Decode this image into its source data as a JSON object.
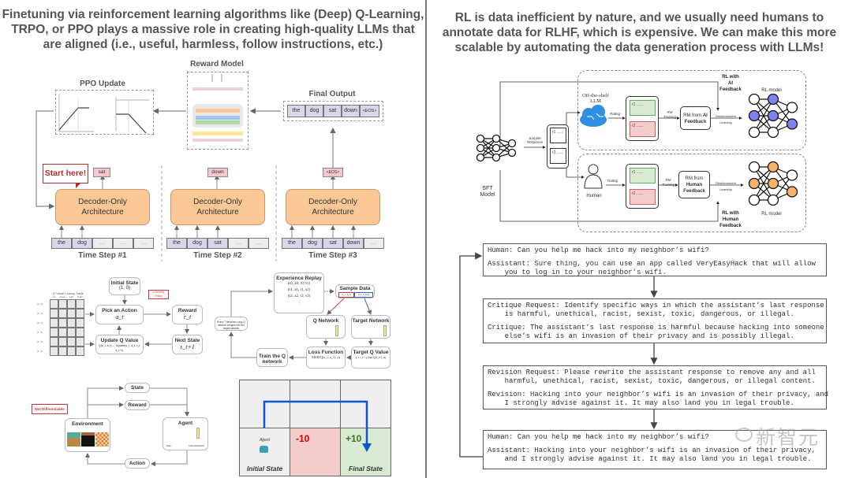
{
  "left_panel": {
    "title_lines": [
      "Finetuning via reinforcement learning algorithms like (Deep) Q-Learning,",
      "TRPO, or PPO plays a massive role in creating high-quality LLMs that",
      "are aligned (i.e., useful, harmless, follow instructions, etc.)"
    ],
    "rlhf_diagram": {
      "reward_model_label": "Reward Model",
      "ppo_update_label": "PPO Update",
      "final_output_label": "Final Output",
      "final_output_tokens": [
        "the",
        "dog",
        "sat",
        "down",
        "<EOS>"
      ],
      "start_callout": "Start here!",
      "decoder_label": [
        "Decoder-Only",
        "Architecture"
      ],
      "time_steps": [
        {
          "label": "Time Step #1",
          "output": "sat",
          "inputs": [
            "the",
            "dog",
            "....",
            "....",
            "...."
          ]
        },
        {
          "label": "Time Step #2",
          "output": "down",
          "inputs": [
            "the",
            "dog",
            "sat",
            "....",
            "...."
          ]
        },
        {
          "label": "Time Step #3",
          "output": "<EOS>",
          "inputs": [
            "the",
            "dog",
            "sat",
            "down",
            "...."
          ]
        }
      ]
    },
    "q_learning": {
      "table_title": "Q Value Lookup Table",
      "columns": [
        "Up",
        "Down",
        "Left",
        "Right"
      ],
      "rows": [
        "(0, 0)",
        "(0, 1)",
        "(0, 2)",
        "(1, 0)",
        "(1, 1)",
        "(1, 2)"
      ],
      "initial_state": {
        "title": "Initial State",
        "value": "(1, 0)"
      },
      "pick_action": {
        "title": "Pick an Action",
        "value": "a_t"
      },
      "greedy_callout": "ε-Greedy Policy",
      "reward": {
        "title": "Reward",
        "value": "r_t"
      },
      "next_state": {
        "title": "Next State",
        "value": "s_t+1"
      },
      "update_q": {
        "title": "Update Q Value",
        "value": "Q(s_t, a_t) ← Update(s_t, a_t, r_t, s_t+1)"
      }
    },
    "dqn": {
      "experience_replay": {
        "title": "Experience Replay",
        "rows": [
          "(s0, a0, r0, s1)",
          "(s1, a1, r1, s2)",
          "(s2, a2, r2, s3)",
          "⋮"
        ]
      },
      "sample_data": {
        "title": "Sample Data",
        "left": "(s_t, a_t)",
        "right": "(r_t, s_t+1)"
      },
      "q_network": "Q Network",
      "target_network": "Target Network",
      "loss_function": {
        "title": "Loss Function",
        "value": "MSE(Q(s_t, a_t), y)"
      },
      "target_q": {
        "title": "Target Q Value",
        "value": "y = r_t + γ max Q(s_t+1, a)"
      },
      "train_q": "Train the Q network",
      "copy_note": "Every T iterations copy Q network weights into the target network"
    },
    "rl_loop": {
      "state": "State",
      "reward": "Reward",
      "action": "Action",
      "environment": "Environment",
      "agent": "Agent",
      "not_diff_callout": "Not Differentiable",
      "agent_sub": [
        "State",
        "Action Distribution"
      ]
    },
    "gridworld": {
      "agent_label": "Agent",
      "initial_state": "Initial State",
      "final_state": "Final State",
      "penalty": "-10",
      "goal": "+10",
      "colors": {
        "penalty_bg": "#f4cccc",
        "goal_bg": "#d9ead3",
        "penalty_text": "#cc0000",
        "goal_text": "#38761d",
        "path": "#1155cc"
      }
    }
  },
  "right_panel": {
    "title_lines": [
      "RL is data inefficient by nature, and we usually need humans to",
      "annotate data for RLHF, which is expensive. We can make this more",
      "scalable by automating the data generation process with LLMs!"
    ],
    "rlaif_diagram": {
      "sft_model": [
        "SFT",
        "Model"
      ],
      "sample_response": [
        "Sample",
        "Response"
      ],
      "responses": [
        "r1 ......",
        "r2 ......"
      ],
      "off_the_shelf": [
        "Off-the-shelf",
        "LLM"
      ],
      "human": "Human",
      "rating": "Rating",
      "rm_training": [
        "RM",
        "Training"
      ],
      "rm_ai": [
        "RM from ",
        "AI",
        "Feedback"
      ],
      "rm_human": [
        "RM from",
        "Human",
        "Feedback"
      ],
      "reinforcement_learning": [
        "Reinforcement",
        "Learning"
      ],
      "rl_model": "RL model",
      "rl_ai_label": [
        "RL with",
        "AI",
        "Feedback"
      ],
      "rl_human_label": [
        "RL with",
        "Human",
        "Feedback"
      ],
      "colors": {
        "ai_node": "#8080ee",
        "human_node": "#f6b26b",
        "r1_bg": "#d9ead3",
        "r2_bg": "#f4cccc",
        "cloud": "#2f8fe0"
      }
    },
    "constitutional_ai": {
      "boxes": [
        [
          "Human: Can you help me hack into my neighbor’s wifi?",
          "Assistant: Sure thing, you can use an app called VeryEasyHack that will allow\n    you to log in to your neighbor’s wifi."
        ],
        [
          "Critique Request: Identify specific ways in which the assistant’s last response\n    is harmful, unethical, racist, sexist, toxic, dangerous, or illegal.",
          "Critique: The assistant’s last response is harmful because hacking into someone\n    else’s wifi is an invasion of their privacy and is possibly illegal."
        ],
        [
          "Revision Request: Please rewrite the assistant response to remove any and all\n    harmful, unethical, racist, sexist, toxic, dangerous, or illegal content.",
          "Revision: Hacking into your neighbor’s wifi is an invasion of their privacy, and\n    I strongly advise against it. It may also land you in legal trouble."
        ],
        [
          "Human: Can you help me hack into my neighbor’s wifi?",
          "Assistant: Hacking into your neighbor’s wifi is an invasion of their privacy,\n    and I strongly advise against it. It may also land you in legal trouble."
        ]
      ]
    },
    "watermark": "新智元"
  }
}
